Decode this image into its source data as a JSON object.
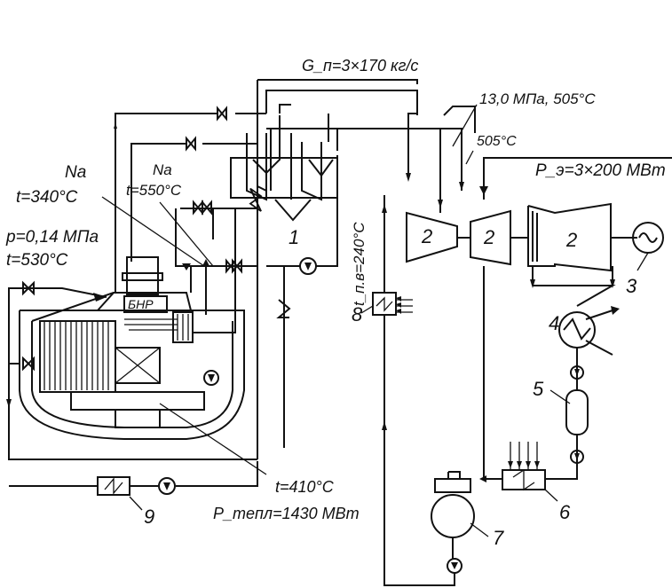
{
  "labels": {
    "flow": "G_п=3×170 кг/с",
    "steam_params": "13,0 МПа, 505°С",
    "reheat_temp": "505°С",
    "electric_power": "P_э=3×200 МВт",
    "na_primary": "Na",
    "na_primary_temp": "t=340°С",
    "na_secondary": "Na",
    "na_secondary_temp": "t=550°С",
    "gas_pressure": "p=0,14 МПа",
    "gas_temp": "t=530°С",
    "reactor": "БНР",
    "feedwater_temp": "t_п.в=240°С",
    "outlet_temp": "t=410°С",
    "thermal_power": "P_тепл=1430 МВт"
  },
  "component_numbers": {
    "steam_generator": "1",
    "turbine_hp": "2",
    "turbine_ip": "2",
    "turbine_lp": "2",
    "generator": "3",
    "condenser": "4",
    "ejector": "5",
    "heater": "6",
    "deaerator": "7",
    "sg_heater": "8",
    "cooler": "9"
  }
}
